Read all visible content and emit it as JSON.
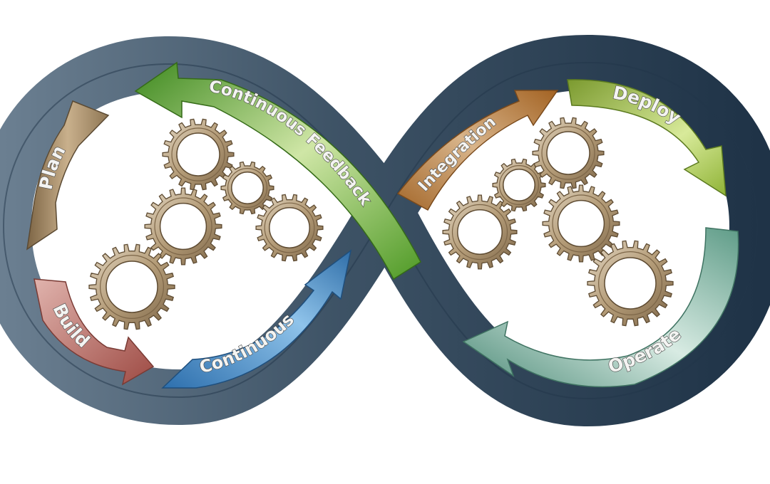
{
  "diagram": {
    "stages": [
      {
        "id": "plan",
        "label": "Plan",
        "color": "#a08a68"
      },
      {
        "id": "build",
        "label": "Build",
        "color": "#b76d66"
      },
      {
        "id": "continuous",
        "label": "Continuous",
        "color": "#3f86c4"
      },
      {
        "id": "integration",
        "label": "Integration",
        "color": "#b07a3e"
      },
      {
        "id": "deploy",
        "label": "Deploy",
        "color": "#8aac3c"
      },
      {
        "id": "operate",
        "label": "Operate",
        "color": "#5f9c88"
      },
      {
        "id": "feedback",
        "label": "Continuous Feedback",
        "color": "#5b9a2e"
      }
    ],
    "loop_color": "#3c5062",
    "gear_color": "#b49c78"
  }
}
